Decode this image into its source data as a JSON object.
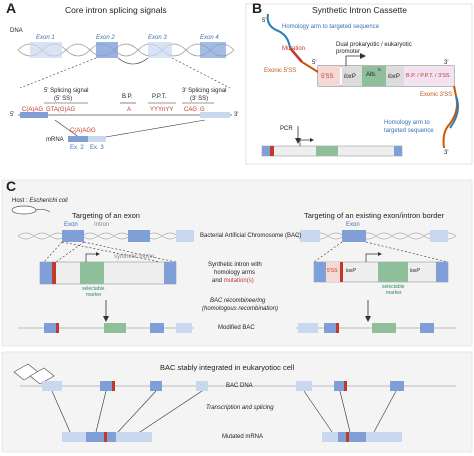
{
  "panelA": {
    "letter": "A",
    "title": "Core intron splicing signals",
    "dna_label": "DNA",
    "exons": [
      "Exon 1",
      "Exon 2",
      "Exon 3",
      "Exon 4"
    ],
    "five_ss_label": "5' Splicing signal\n(5' SS)",
    "five_ss_line1": "5' Splicing signal",
    "five_ss_line2": "(5' SS)",
    "bp_label": "B.P.",
    "ppt_label": "P.P.T.",
    "three_ss_line1": "3' Splicing signal",
    "three_ss_line2": "(3' SS)",
    "prime5": "5'",
    "prime3": "3'",
    "seq_left": "C(A)AG",
    "seq_gt": "GTA(G)AG",
    "seq_a": "A",
    "seq_ppt": "YYYnYY",
    "seq_cag": "CAG",
    "seq_g": "G",
    "mrna_label": "mRNA",
    "mrna_seq": "C(A)AGG",
    "ex2": "Ex. 2",
    "ex3": "Ex. 3"
  },
  "panelB": {
    "letter": "B",
    "title": "Synthetic Intron Cassette",
    "prime5": "5'",
    "prime3": "3'",
    "hom_arm_top": "Homology arm to targeted sequence",
    "mutation": "Mutation",
    "exonic5": "Exonic 5'SS",
    "dual_promoter_line1": "Dual prokaryotic / eukaryotic",
    "dual_promoter_line2": "promoter",
    "box_5ss": "5'SS",
    "box_loxp1": "loxP",
    "box_alb": "Alb.",
    "box_alb_sup": "R",
    "box_loxp2": "loxP",
    "box_bp": "B.P. / P.P.T. / 3'SS",
    "exonic3": "Exonic 3'SS",
    "hom_arm_bottom_line1": "Homology arm to",
    "hom_arm_bottom_line2": "targeted sequence",
    "pcr": "PCR"
  },
  "panelC": {
    "letter": "C",
    "host_label": "Host : ",
    "host_species": "Escherichi coli",
    "targeting_exon": "Targeting of an exon",
    "targeting_border": "Targeting of an existing exon/intron border",
    "exon": "Exon",
    "intron": "Intron",
    "bac": "Bacterial Artificial Chromosome (BAC)",
    "synthetic_intron": "synthetic intron",
    "synth_line1": "Synthetic intron with",
    "synth_line2": "homology arms",
    "synth_line3_a": "and ",
    "synth_line3_b": "mutation(s)",
    "selectable1": "selectable",
    "selectable2": "marker",
    "bac_recomb": "BAC recombineering",
    "homologous": "(homologous recombination)",
    "modified_bac": "Modified BAC",
    "right_5ss": "5'SS",
    "right_loxp1": "loxP",
    "right_loxp2": "loxP"
  },
  "panelD": {
    "title": "BAC stably integrated in eukaryotioc cell",
    "bac_dna": "BAC DNA",
    "transcription": "Transcription and splicing",
    "mutated_mrna": "Mutated mRNA"
  },
  "colors": {
    "exon_blue": "#7f9fd6",
    "exon_light": "#c9d7ef",
    "red": "#c0392b",
    "green": "#8fbf9a",
    "orange": "#d35400",
    "teal": "#2a7fb8",
    "gray_bg": "#eeeeee"
  }
}
